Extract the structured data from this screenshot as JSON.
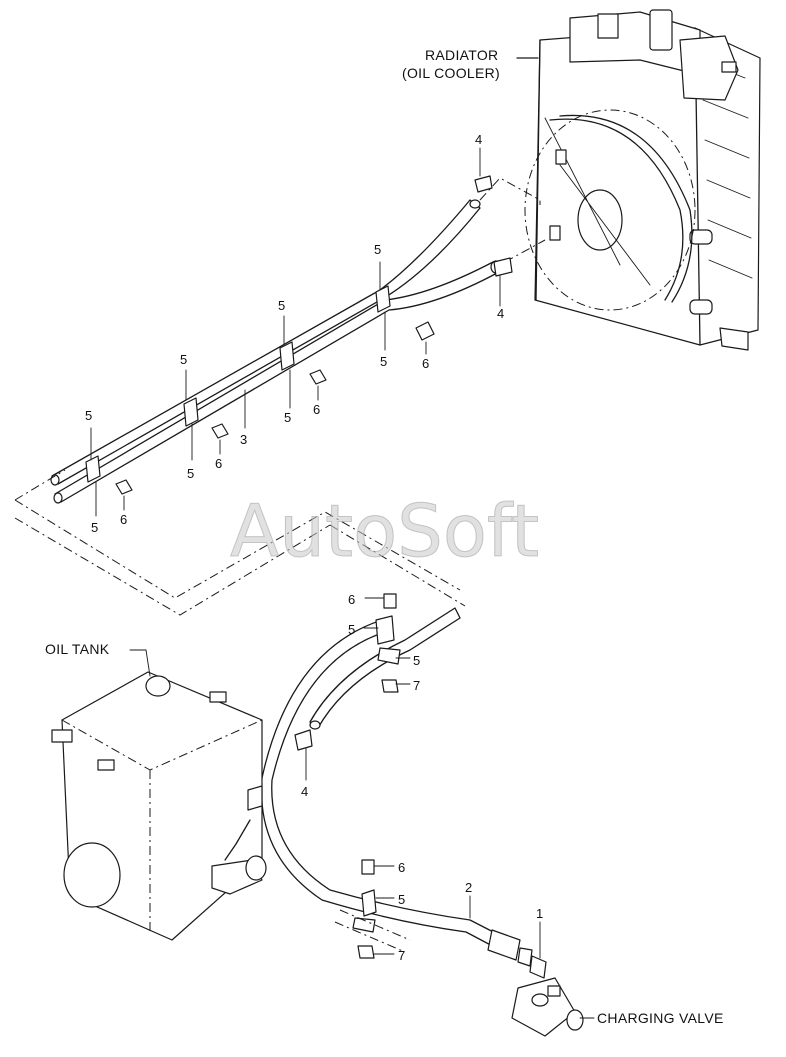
{
  "labels": {
    "radiator_line1": "RADIATOR",
    "radiator_line2": "(OIL COOLER)",
    "oil_tank": "OIL TANK",
    "charging_valve": "CHARGING VALVE"
  },
  "watermark": "AutoSoft",
  "callouts": {
    "c1": "1",
    "c2": "2",
    "c3": "3",
    "c4": "4",
    "c5": "5",
    "c6": "6",
    "c7": "7"
  }
}
